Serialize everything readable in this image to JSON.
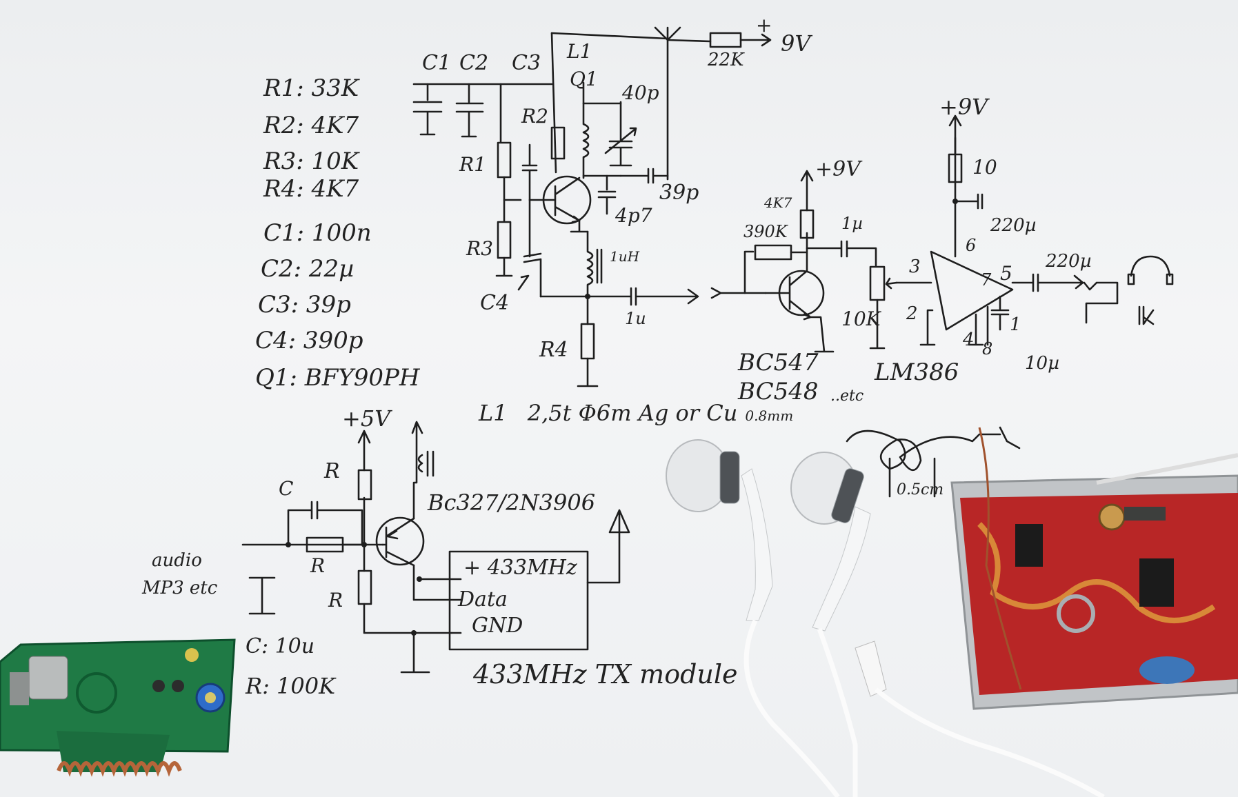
{
  "parts_list": [
    "R1: 33K",
    "R2: 4K7",
    "R3: 10K",
    "R4: 4K7",
    "C1: 100n",
    "C2: 22µ",
    "C3: 39p",
    "C4: 390p",
    "Q1: BFY90PH"
  ],
  "receiver": {
    "c1": "C1",
    "c2": "C2",
    "c3": "C3",
    "l1": "L1",
    "q1": "Q1",
    "r1": "R1",
    "r2": "R2",
    "r3": "R3",
    "r4": "R4",
    "c4": "C4",
    "c40p": "40p",
    "c39p": "39p",
    "c4p7": "4p7",
    "l1uH": "1uH",
    "c1u": "1u",
    "r22k": "22K",
    "supply": "9V",
    "plus": "+"
  },
  "amplifier": {
    "bc_supply": "+9V",
    "r4k7": "4K7",
    "r390k": "390K",
    "c1u": "1µ",
    "pot": "10K",
    "transistor_line1": "BC547",
    "transistor_line2": "BC548",
    "transistor_etc": "..etc",
    "lm_supply": "+9V",
    "r10": "10",
    "c220u_a": "220µ",
    "c220u_b": "220µ",
    "chip": "LM386",
    "pin3": "3",
    "pin2": "2",
    "pin6": "6",
    "pin5": "5",
    "pin4": "4",
    "pin1": "1",
    "pin8": "8",
    "pin7": "7",
    "c10u": "10µ"
  },
  "coil_note": {
    "prefix": "L1",
    "main": "2,5t Φ6m Ag or Cu",
    "small": "0.8mm"
  },
  "coil_sketch": {
    "size": "0.5cm"
  },
  "transmitter": {
    "supply": "+5V",
    "r_top": "R",
    "c": "C",
    "r_mid": "R",
    "r_bot": "R",
    "transistor": "Bc327/2N3906",
    "mod_freq": "+ 433MHz",
    "mod_data": "Data",
    "mod_gnd": "GND",
    "module_label": "433MHz TX module",
    "input_line1": "audio",
    "input_line2": "MP3 etc",
    "c_value": "C: 10u",
    "r_value": "R: 100K"
  }
}
